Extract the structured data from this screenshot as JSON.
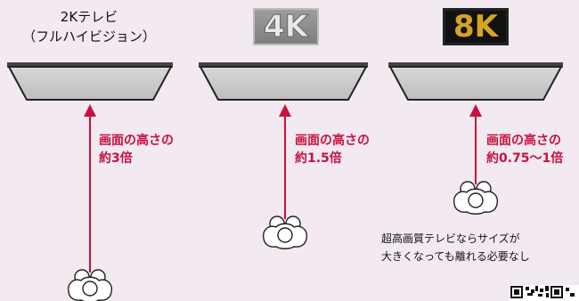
{
  "tv_2k": {
    "title_line1": "2Kテレビ",
    "title_line2": "（フルハイビジョン）",
    "distance_line1": "画面の高さの",
    "distance_line2": "約3倍"
  },
  "tv_4k": {
    "badge": "4K",
    "distance_line1": "画面の高さの",
    "distance_line2": "約1.5倍"
  },
  "tv_8k": {
    "badge": "8K",
    "distance_line1": "画面の高さの",
    "distance_line2": "約0.75〜1倍"
  },
  "note": {
    "line1": "超高画質テレビならサイズが",
    "line2": "大きくなっても離れる必要なし"
  },
  "colors": {
    "background": "#f2e9f1",
    "accent": "#c8103e",
    "tv_screen": "#c9c9c9",
    "badge_8k_text": "#d6a51e"
  },
  "icons": [
    "tv-screen-icon",
    "arrow-up-icon",
    "viewer-head-icon",
    "qr-code-icon"
  ]
}
